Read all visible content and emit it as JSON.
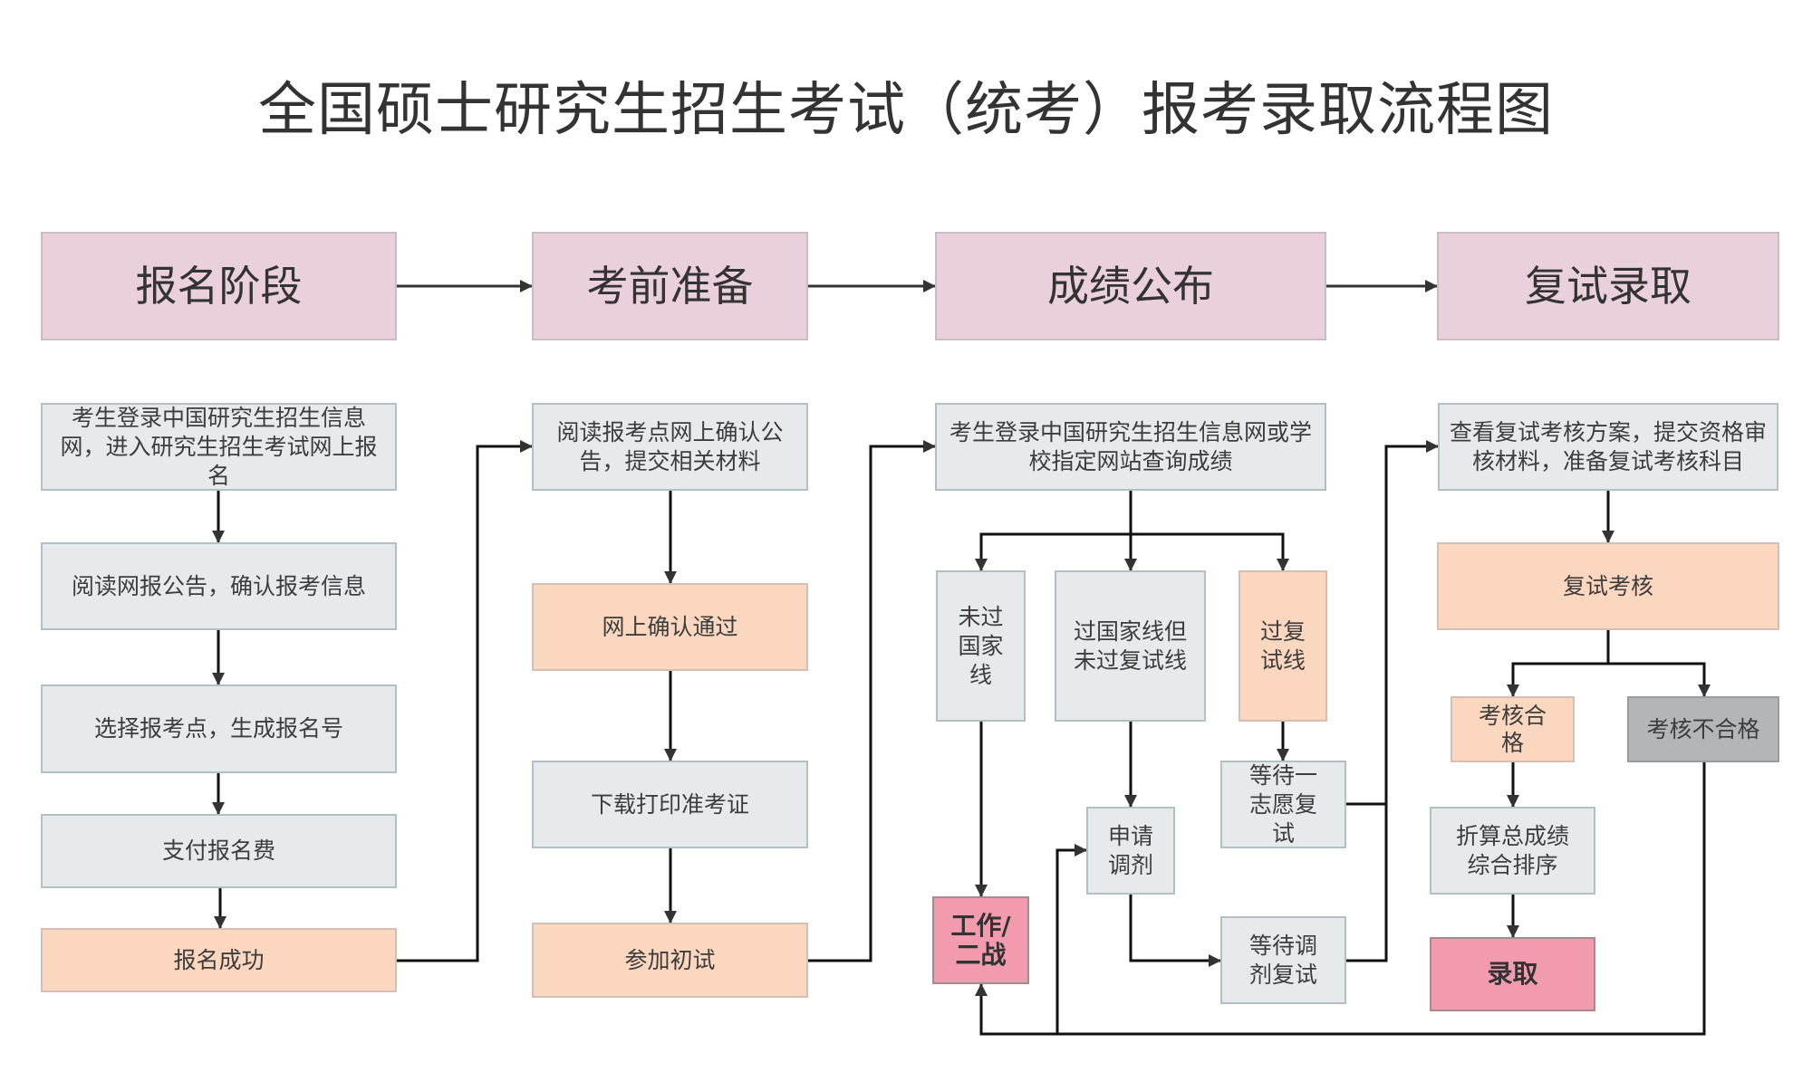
{
  "title": "全国硕士研究生招生考试（统考）报考录取流程图",
  "stages": [
    {
      "label": "报名阶段"
    },
    {
      "label": "考前准备"
    },
    {
      "label": "成绩公布"
    },
    {
      "label": "复试录取"
    }
  ],
  "registration": {
    "step1": "考生登录中国研究生招生信息网，进入研究生招生考试网上报名",
    "step2": "阅读网报公告，确认报考信息",
    "step3": "选择报考点，生成报名号",
    "step4": "支付报名费",
    "step5": "报名成功"
  },
  "preparation": {
    "step1": "阅读报考点网上确认公告，提交相关材料",
    "step2": "网上确认通过",
    "step3": "下载打印准考证",
    "step4": "参加初试"
  },
  "results": {
    "step1": "考生登录中国研究生招生信息网或学校指定网站查询成绩",
    "fail_national": "未过国家线",
    "pass_national_fail_retest": "过国家线但未过复试线",
    "pass_retest": "过复试线",
    "wait_first_choice": "等待一志愿复试",
    "apply_adjust": "申请调剂",
    "wait_adjust": "等待调剂复试",
    "work_or_retry": "工作/二战"
  },
  "admission": {
    "step1": "查看复试考核方案，提交资格审核材料，准备复试考核科目",
    "retest": "复试考核",
    "pass": "考核合格",
    "fail": "考核不合格",
    "ranking": "折算总成绩综合排序",
    "admitted": "录取"
  },
  "colors": {
    "stage": "#ead0dc",
    "step": "#e6eaec",
    "milestone": "#fbd7c0",
    "terminal": "#f29aae",
    "rejected": "#b3b5b7",
    "connector": "#111111"
  }
}
